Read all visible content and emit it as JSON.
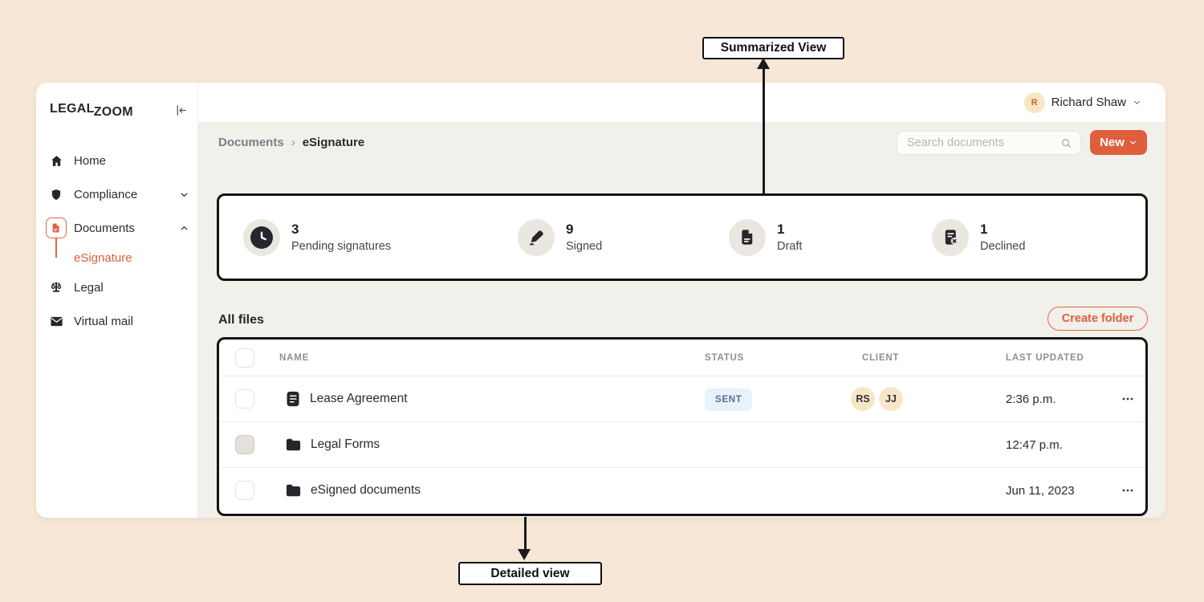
{
  "annotations": {
    "top_label": "Summarized View",
    "bottom_label": "Detailed view"
  },
  "sidebar": {
    "logo_part1": "LEGAL",
    "logo_part2": "ZOOM",
    "items": [
      {
        "label": "Home",
        "icon": "home-icon"
      },
      {
        "label": "Compliance",
        "icon": "shield-icon",
        "chevron": "down"
      },
      {
        "label": "Documents",
        "icon": "document-icon",
        "chevron": "up",
        "active": true
      },
      {
        "label": "eSignature",
        "sub_item": true,
        "active": true
      },
      {
        "label": "Legal",
        "icon": "scale-icon"
      },
      {
        "label": "Virtual mail",
        "icon": "mail-icon"
      }
    ]
  },
  "topbar": {
    "user_initial": "R",
    "user_name": "Richard Shaw"
  },
  "toolbar": {
    "breadcrumb_parent": "Documents",
    "breadcrumb_separator": "›",
    "breadcrumb_current": "eSignature",
    "search_placeholder": "Search documents",
    "new_label": "New"
  },
  "stats": [
    {
      "value": "3",
      "label": "Pending signatures",
      "icon": "clock-icon"
    },
    {
      "value": "9",
      "label": "Signed",
      "icon": "pen-icon"
    },
    {
      "value": "1",
      "label": "Draft",
      "icon": "draft-doc-icon"
    },
    {
      "value": "1",
      "label": "Declined",
      "icon": "declined-doc-icon"
    }
  ],
  "files": {
    "title": "All files",
    "create_folder_label": "Create folder",
    "columns": [
      "NAME",
      "STATUS",
      "CLIENT",
      "LAST UPDATED"
    ],
    "rows": [
      {
        "name": "Lease Agreement",
        "type": "file",
        "status": "SENT",
        "clients": [
          "RS",
          "JJ"
        ],
        "updated": "2:36 p.m.",
        "has_menu": true
      },
      {
        "name": "Legal Forms",
        "type": "folder",
        "status": "",
        "clients": [],
        "updated": "12:47 p.m.",
        "has_menu": false
      },
      {
        "name": "eSigned documents",
        "type": "folder",
        "status": "",
        "clients": [],
        "updated": "Jun 11, 2023",
        "has_menu": true
      }
    ]
  },
  "colors": {
    "accent_orange": "#dd5f3b",
    "page_background": "#f6e7d6",
    "content_background": "#f2f0ea",
    "sent_badge_bg": "#e9f2fa",
    "sent_badge_text": "#53718e",
    "avatar_bg": "#f8e7c6",
    "annotation_black": "#141414"
  }
}
